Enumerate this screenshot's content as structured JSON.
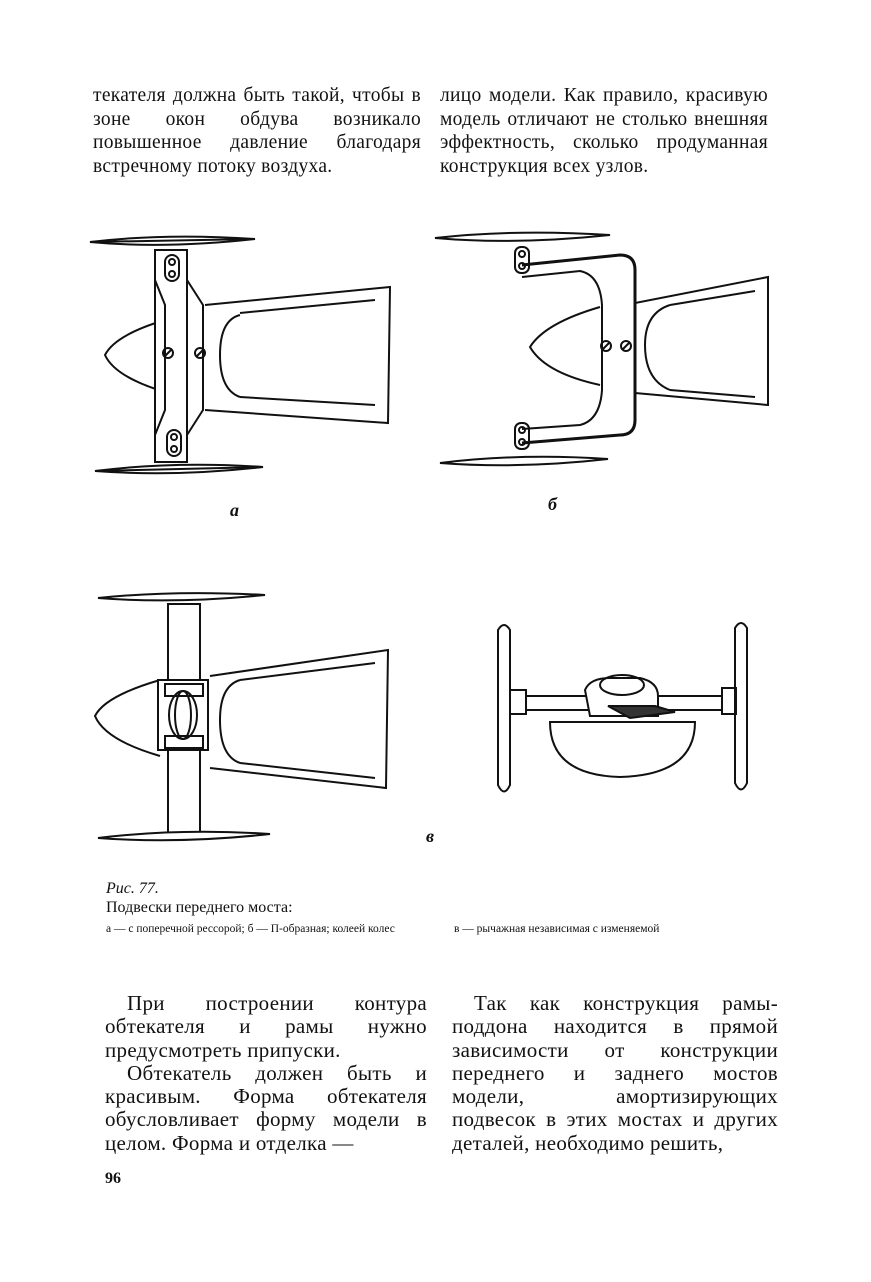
{
  "text": {
    "top_left": [
      "текателя должна быть такой, чтобы в зоне окон обдува возникало повышенное давление благодаря встречному потоку воздуха."
    ],
    "top_right": [
      "лицо модели. Как правило, красивую модель отличают не столько внешняя эффектность, сколько продуманная конструкция всех узлов."
    ],
    "bottom_left": [
      "При построении контура обтекателя и рамы нужно предусмотреть припуски.",
      "Обтекатель должен быть и красивым. Форма обтекателя обусловливает форму модели в целом. Форма и отделка —"
    ],
    "bottom_right": [
      "Так как конструкция рамы-поддона находится в прямой зависимости от конструкции переднего и заднего мостов модели, амортизирующих подвесок в этих мостах и других деталей, необходимо решить,"
    ]
  },
  "figure": {
    "labels": {
      "a": "а",
      "b": "б",
      "v": "в"
    },
    "caption_number": "Рис. 77.",
    "caption_title": "Подвески переднего моста:",
    "caption_left": "а — с поперечной рессорой; б — П-образная; колеей колес",
    "caption_right": "в — рычажная независимая с изменяемой"
  },
  "page_number": "96"
}
